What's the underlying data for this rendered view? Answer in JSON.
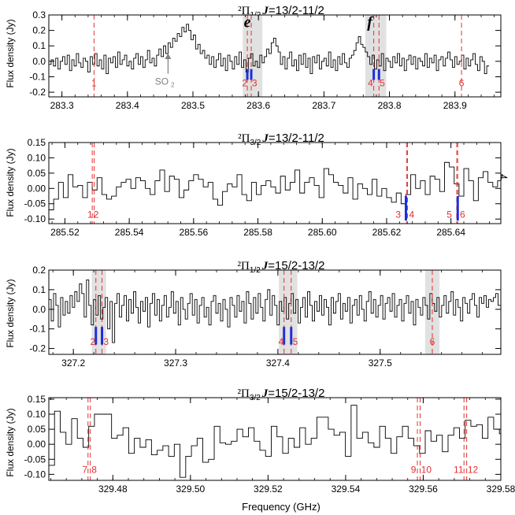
{
  "figure": {
    "shared_xlabel": "Frequency (GHz)"
  },
  "chart_data": [
    {
      "type": "line",
      "title_pi": "²Π",
      "title_sub": "1/2",
      "title_J": "J",
      "title_rest": "=13/2-11/2",
      "ylabel": "Flux density (Jy)",
      "xlim": [
        283.28,
        283.97
      ],
      "ylim": [
        -0.23,
        0.3
      ],
      "xticks": [
        283.3,
        283.4,
        283.5,
        283.6,
        283.7,
        283.8,
        283.9
      ],
      "xtick_labels": [
        "283.3",
        "283.4",
        "283.5",
        "283.6",
        "283.7",
        "283.8",
        "283.9"
      ],
      "yticks": [
        -0.2,
        -0.1,
        0.0,
        0.1,
        0.2,
        0.3
      ],
      "ytick_labels": [
        "-0.2",
        "-0.1",
        "0.0",
        "0.1",
        "0.2",
        "0.3"
      ],
      "shaded_ranges": [
        [
          283.576,
          283.606
        ],
        [
          283.763,
          283.795
        ]
      ],
      "dashed_lines": [
        283.349,
        283.583,
        283.589,
        283.776,
        283.784,
        283.91
      ],
      "blue_bars": [
        283.583,
        283.589,
        283.776,
        283.784
      ],
      "blue_bar_range": [
        -0.12,
        -0.05
      ],
      "line_labels": [
        {
          "text": "1",
          "x": 283.349
        },
        {
          "text": "2",
          "x": 283.579
        },
        {
          "text": "3",
          "x": 283.594
        },
        {
          "text": "4",
          "x": 283.771
        },
        {
          "text": "5",
          "x": 283.789
        },
        {
          "text": "6",
          "x": 283.91
        }
      ],
      "label_y": -0.14,
      "component_labels": [
        {
          "text": "e",
          "x": 283.583,
          "y": 0.22
        },
        {
          "text": "f",
          "x": 283.77,
          "y": 0.22
        }
      ],
      "so2_annotation": {
        "label": "SO",
        "sub": "2",
        "x": 283.462,
        "arrow_from": -0.08,
        "arrow_to": 0.05
      },
      "series": [
        {
          "x0": 283.28,
          "dx": 0.0035,
          "values": [
            -0.02,
            0.01,
            -0.03,
            0.02,
            -0.05,
            0.0,
            0.03,
            -0.02,
            0.04,
            -0.06,
            0.01,
            -0.03,
            0.05,
            -0.01,
            -0.04,
            0.02,
            0.0,
            -0.07,
            0.03,
            -0.02,
            0.05,
            -0.03,
            0.01,
            -0.05,
            0.04,
            -0.08,
            0.02,
            -0.01,
            0.03,
            -0.04,
            0.06,
            -0.02,
            0.01,
            0.04,
            -0.03,
            0.0,
            -0.05,
            0.02,
            0.05,
            -0.02,
            0.03,
            -0.04,
            0.01,
            0.07,
            -0.01,
            0.02,
            -0.03,
            0.04,
            0.08,
            0.03,
            0.1,
            0.05,
            0.12,
            0.09,
            0.15,
            0.13,
            0.18,
            0.16,
            0.22,
            0.19,
            0.24,
            0.2,
            0.14,
            0.17,
            0.08,
            0.11,
            0.05,
            0.07,
            0.02,
            0.04,
            -0.02,
            0.03,
            -0.04,
            0.01,
            0.05,
            -0.03,
            0.02,
            -0.06,
            0.04,
            0.0,
            -0.05,
            0.03,
            -0.02,
            0.06,
            -0.04,
            0.01,
            -0.07,
            0.02,
            0.05,
            -0.03,
            0.0,
            -0.04,
            0.04,
            -0.01,
            0.03,
            0.08,
            0.05,
            0.12,
            0.15,
            0.1,
            0.06,
            -0.02,
            0.03,
            -0.05,
            0.02,
            0.06,
            -0.03,
            0.01,
            -0.06,
            0.04,
            -0.02,
            0.05,
            -0.04,
            0.02,
            -0.08,
            0.03,
            -0.01,
            0.04,
            -0.05,
            0.0,
            0.02,
            -0.03,
            0.06,
            -0.04,
            0.01,
            -0.06,
            0.03,
            -0.02,
            0.05,
            -0.01,
            -0.04,
            0.02,
            0.04,
            0.07,
            0.12,
            0.16,
            0.11,
            0.09,
            0.06,
            0.03,
            -0.02,
            0.04,
            -0.05,
            0.01,
            -0.03,
            0.05,
            -0.06,
            0.02,
            0.0,
            -0.04,
            0.03,
            -0.01,
            0.05,
            -0.03,
            0.02,
            -0.06,
            0.01,
            0.04,
            -0.02,
            0.03,
            -0.05,
            0.02,
            0.0,
            -0.03,
            0.05,
            -0.04,
            0.02,
            -0.01,
            0.04,
            -0.06,
            0.01,
            0.03,
            -0.03,
            0.02,
            0.06,
            0.01,
            -0.04,
            0.03,
            -0.02,
            0.0,
            0.04,
            -0.05,
            0.02,
            -0.03,
            0.01,
            0.05,
            -0.02,
            -0.06,
            0.03,
            0.0,
            -0.08,
            -0.03
          ]
        }
      ]
    },
    {
      "type": "line",
      "title_pi": "²Π",
      "title_sub": "3/2",
      "title_J": "J",
      "title_rest": "=13/2-11/2",
      "ylabel": "Flux density (Jy)",
      "xlim": [
        285.515,
        285.6555
      ],
      "ylim": [
        -0.115,
        0.15
      ],
      "xticks": [
        285.52,
        285.54,
        285.56,
        285.58,
        285.6,
        285.62,
        285.64
      ],
      "xtick_labels": [
        "285.52",
        "285.54",
        "285.56",
        "285.58",
        "285.60",
        "285.62",
        "285.64"
      ],
      "yticks": [
        -0.1,
        -0.05,
        0.0,
        0.05,
        0.1,
        0.15
      ],
      "ytick_labels": [
        "-0.10",
        "-0.05",
        "0.00",
        "0.05",
        "0.10",
        "0.15"
      ],
      "shaded_ranges": [],
      "dashed_lines": [
        285.5285,
        285.5291,
        285.6262,
        285.6265,
        285.6418,
        285.6421
      ],
      "blue_bars": [
        285.626,
        285.6421
      ],
      "blue_bar_range": [
        -0.105,
        -0.025
      ],
      "line_labels": [
        {
          "text": "1",
          "x": 285.5278
        },
        {
          "text": "2",
          "x": 285.5297
        },
        {
          "text": "3",
          "x": 285.6236
        },
        {
          "text": "4",
          "x": 285.6278
        },
        {
          "text": "5",
          "x": 285.6395
        },
        {
          "text": "6",
          "x": 285.6436
        }
      ],
      "label_y": -0.085,
      "component_labels": [],
      "series": [
        {
          "x0": 285.515,
          "dx": 0.0015,
          "values": [
            -0.07,
            -0.035,
            0.02,
            -0.03,
            0.045,
            0.005,
            0.01,
            -0.03,
            0.02,
            -0.005,
            0.035,
            -0.02,
            -0.035,
            -0.025,
            0.005,
            0.02,
            0.03,
            0.0,
            0.035,
            0.025,
            0.0,
            -0.02,
            0.025,
            0.06,
            -0.01,
            0.04,
            0.03,
            -0.03,
            -0.005,
            0.025,
            0.045,
            0.03,
            0.005,
            0.02,
            -0.035,
            -0.055,
            -0.01,
            0.015,
            0.005,
            0.045,
            -0.02,
            -0.04,
            0.02,
            -0.02,
            0.01,
            0.025,
            0.005,
            -0.015,
            0.04,
            -0.005,
            0.02,
            0.06,
            -0.015,
            0.02,
            0.035,
            0.01,
            -0.03,
            0.065,
            0.045,
            0.02,
            0.01,
            -0.015,
            0.035,
            -0.035,
            0.015,
            0.0,
            -0.02,
            0.03,
            -0.025,
            0.0,
            -0.03,
            -0.045,
            -0.015,
            -0.05,
            -0.02,
            0.045,
            0.0,
            0.025,
            -0.02,
            0.04,
            0.03,
            -0.01,
            0.085,
            0.07,
            0.015,
            -0.025,
            0.065,
            0.025,
            -0.04,
            0.035,
            0.055,
            0.02,
            0.005,
            0.025,
            0.045,
            0.035
          ]
        }
      ]
    },
    {
      "type": "line",
      "title_pi": "²Π",
      "title_sub": "1/2",
      "title_J": "J",
      "title_rest": "=15/2-13/2",
      "ylabel": "Flux density (Jy)",
      "xlim": [
        327.176,
        327.618
      ],
      "ylim": [
        -0.23,
        0.2
      ],
      "xticks": [
        327.2,
        327.3,
        327.4,
        327.5
      ],
      "xtick_labels": [
        "327.2",
        "327.3",
        "327.4",
        "327.5"
      ],
      "yticks": [
        -0.2,
        -0.1,
        0.0,
        0.1,
        0.2
      ],
      "ytick_labels": [
        "-0.2",
        "-0.1",
        "0.0",
        "0.1",
        "0.2"
      ],
      "shaded_ranges": [
        [
          327.218,
          327.232
        ],
        [
          327.401,
          327.419
        ],
        [
          327.544,
          327.558
        ]
      ],
      "dashed_lines": [
        327.222,
        327.228,
        327.406,
        327.413,
        327.551
      ],
      "blue_bars": [
        327.222,
        327.228,
        327.406,
        327.413
      ],
      "blue_bar_range": [
        -0.18,
        -0.09
      ],
      "line_labels": [
        {
          "text": "2",
          "x": 327.219
        },
        {
          "text": "3",
          "x": 327.232
        },
        {
          "text": "4",
          "x": 327.403
        },
        {
          "text": "5",
          "x": 327.417
        },
        {
          "text": "6",
          "x": 327.551
        }
      ],
      "label_y": -0.165,
      "component_labels": [],
      "series": [
        {
          "x0": 327.176,
          "dx": 0.0023,
          "values": [
            0.05,
            -0.06,
            0.08,
            0.02,
            -0.09,
            0.06,
            -0.03,
            0.04,
            -0.02,
            0.07,
            0.01,
            0.09,
            0.04,
            0.13,
            0.08,
            -0.04,
            0.15,
            0.02,
            -0.08,
            0.05,
            -0.03,
            0.07,
            -0.05,
            0.01,
            0.06,
            -0.1,
            0.04,
            -0.17,
            0.03,
            0.08,
            -0.04,
            0.02,
            0.07,
            -0.06,
            0.05,
            -0.02,
            0.09,
            0.01,
            -0.07,
            0.04,
            -0.01,
            0.06,
            -0.09,
            0.03,
            0.08,
            -0.03,
            0.05,
            -0.06,
            0.02,
            0.07,
            -0.04,
            0.01,
            0.09,
            -0.02,
            0.04,
            -0.08,
            0.06,
            0.0,
            -0.05,
            0.03,
            0.08,
            -0.03,
            0.05,
            -0.07,
            0.02,
            0.06,
            -0.04,
            0.01,
            -0.08,
            0.04,
            0.07,
            -0.02,
            0.03,
            -0.06,
            0.05,
            0.0,
            -0.09,
            0.06,
            0.02,
            -0.04,
            0.07,
            -0.01,
            0.04,
            -0.07,
            0.09,
            0.03,
            -0.05,
            0.06,
            -0.02,
            0.08,
            0.01,
            -0.06,
            0.05,
            0.1,
            -0.03,
            0.07,
            0.02,
            -0.08,
            0.04,
            -0.01,
            0.06,
            -0.05,
            0.03,
            0.08,
            -0.02,
            0.05,
            -0.07,
            0.01,
            0.06,
            -0.04,
            0.09,
            0.02,
            -0.06,
            0.04,
            -0.01,
            0.07,
            -0.03,
            0.05,
            0.01,
            -0.08,
            0.06,
            -0.02,
            0.04,
            0.08,
            -0.05,
            0.03,
            -0.01,
            0.06,
            -0.07,
            0.02,
            0.05,
            -0.03,
            0.07,
            0.0,
            -0.06,
            0.04,
            0.09,
            -0.02,
            0.05,
            -0.04,
            0.02,
            0.07,
            -0.05,
            0.03,
            0.06,
            -0.01,
            0.08,
            -0.04,
            0.02,
            0.05,
            -0.06,
            0.03,
            0.07,
            -0.02,
            0.04,
            -0.08,
            0.05,
            0.01,
            -0.03,
            0.06,
            0.02,
            -0.05,
            0.08,
            0.03,
            -0.01,
            0.06,
            -0.04,
            0.02,
            0.07,
            -0.02,
            0.04,
            0.09,
            -0.03,
            0.05,
            0.01,
            -0.06,
            0.06,
            0.03,
            -0.02,
            0.05,
            0.08,
            0.02,
            -0.04,
            0.06,
            0.03,
            0.07,
            0.01,
            0.05,
            0.04,
            0.06,
            0.08,
            0.02
          ]
        }
      ]
    },
    {
      "type": "line",
      "title_pi": "²Π",
      "title_sub": "3/2",
      "title_J": "J",
      "title_rest": "=15/2-13/2",
      "ylabel": "Flux density (Jy)",
      "xlabel": "Frequency (GHz)",
      "xlim": [
        329.4635,
        329.58
      ],
      "ylim": [
        -0.12,
        0.155
      ],
      "xticks": [
        329.48,
        329.5,
        329.52,
        329.54,
        329.56,
        329.58
      ],
      "xtick_labels": [
        "329.48",
        "329.50",
        "329.52",
        "329.54",
        "329.56",
        "329.58"
      ],
      "yticks": [
        -0.1,
        -0.05,
        0.0,
        0.05,
        0.1,
        0.15
      ],
      "ytick_labels": [
        "-0.10",
        "-0.05",
        "0.00",
        "0.05",
        "0.10",
        "0.15"
      ],
      "shaded_ranges": [],
      "dashed_lines": [
        329.4736,
        329.4742,
        329.5585,
        329.5592,
        329.5705,
        329.5712
      ],
      "blue_bars": [],
      "blue_bar_range": [],
      "line_labels": [
        {
          "text": "7",
          "x": 329.4728
        },
        {
          "text": "8",
          "x": 329.4752
        },
        {
          "text": "9",
          "x": 329.5575
        },
        {
          "text": "10",
          "x": 329.5608
        },
        {
          "text": "11",
          "x": 329.5691
        },
        {
          "text": "12",
          "x": 329.5728
        }
      ],
      "label_y": -0.085,
      "component_labels": [],
      "series": [
        {
          "x0": 329.4635,
          "dx": 0.00147,
          "values": [
            -0.07,
            0.11,
            0.04,
            0.0,
            0.085,
            0.02,
            -0.01,
            0.06,
            0.1,
            0.1,
            0.1,
            0.02,
            0.03,
            0.055,
            -0.03,
            0.02,
            -0.01,
            0.015,
            -0.035,
            -0.02,
            -0.005,
            -0.04,
            0.0,
            -0.11,
            -0.04,
            -0.005,
            0.02,
            -0.06,
            -0.05,
            0.06,
            0.005,
            0.0,
            0.01,
            0.05,
            0.025,
            0.055,
            0.01,
            -0.02,
            -0.04,
            0.06,
            0.025,
            -0.03,
            0.02,
            -0.01,
            0.055,
            0.0,
            0.02,
            0.09,
            0.09,
            0.05,
            0.03,
            0.04,
            -0.04,
            0.13,
            0.02,
            0.04,
            0.005,
            -0.01,
            0.06,
            0.02,
            -0.03,
            0.025,
            0.06,
            0.02,
            -0.005,
            -0.03,
            0.045,
            0.01,
            0.03,
            -0.025,
            0.03,
            0.055,
            0.02,
            0.08,
            0.06,
            0.065,
            0.02,
            0.09,
            0.05,
            0.035
          ]
        }
      ]
    }
  ]
}
